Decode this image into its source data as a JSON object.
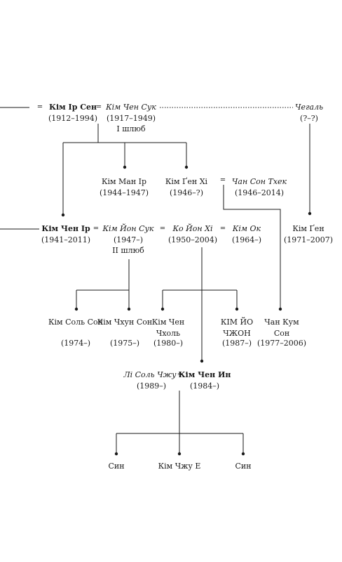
{
  "eq": "=",
  "gen1": {
    "kim_ir_sen": {
      "name": "Кім Ір Сен",
      "years": "(1912–1994)"
    },
    "kim_chen_suk": {
      "name": "Кім Чен Сук",
      "years": "(1917–1949)",
      "note": "I шлюб"
    },
    "chegal": {
      "name": "Чегаль",
      "years": "(?–?)"
    }
  },
  "gen2": {
    "kim_man_ir": {
      "name": "Кім Ман Ір",
      "years": "(1944–1947)"
    },
    "kim_gen_hi": {
      "name": "Кім Ґен Хі",
      "years": "(1946–?)"
    },
    "chan_son_thek": {
      "name": "Чан Сон Тхек",
      "years": "(1946–2014)"
    },
    "kim_chen_ir": {
      "name": "Кім Чен Ір",
      "years": "(1941–2011)"
    },
    "kim_yon_suk": {
      "name": "Кім Йон Сук",
      "years": "(1947–)",
      "note": "II шлюб"
    },
    "ko_yon_hi": {
      "name": "Ко Йон Хі",
      "years": "(1950–2004)"
    },
    "kim_ok": {
      "name": "Кім Ок",
      "years": "(1964–)"
    },
    "kim_gen": {
      "name": "Кім Ґен",
      "years": "(1971–2007)"
    }
  },
  "gen3": {
    "kim_sol_son": {
      "name": "Кім Соль Сон",
      "years": "(1974–)"
    },
    "kim_chhun_son": {
      "name": "Кім Чхун Сон",
      "years": "(1975–)"
    },
    "kim_chen_chhol": {
      "name": "Кім Чен Чхоль",
      "years": "(1980–)"
    },
    "kim_yo_chzhon": {
      "name": "КІМ ЙО ЧЖОН",
      "years": "(1987–)"
    },
    "chan_kum_son": {
      "name": "Чан Кум Сон",
      "years": "(1977–2006)"
    }
  },
  "gen4": {
    "li_sol_chzhu": {
      "name": "Лі Соль Чжу",
      "years": "(1989–)"
    },
    "kim_chen_in": {
      "name": "Кім Чен Ин",
      "years": "(1984–)"
    }
  },
  "gen5": {
    "son1": {
      "name": "Син"
    },
    "kim_chzhu_e": {
      "name": "Кім Чжу Е"
    },
    "son2": {
      "name": "Син"
    }
  }
}
